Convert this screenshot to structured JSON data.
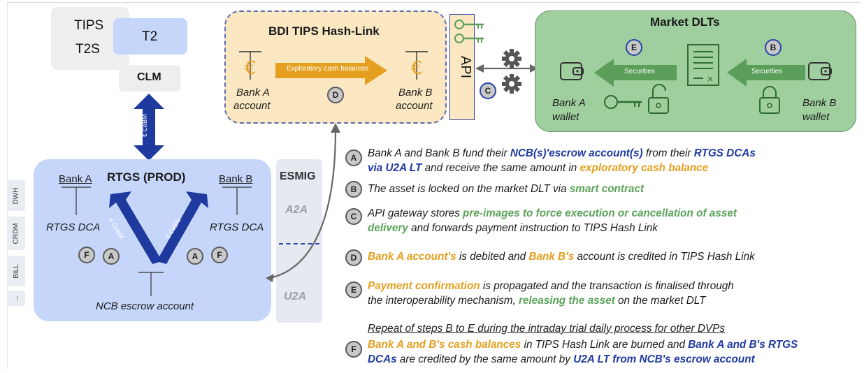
{
  "top_left": {
    "tips": "TIPS",
    "t2s": "T2S",
    "t2": "T2",
    "clm": "CLM",
    "cebm_vertical": "€ CeBM"
  },
  "side_tabs": [
    "DWH",
    "CRDM",
    "BILL",
    "..."
  ],
  "rtgs": {
    "title": "RTGS (PROD)",
    "bank_a": "Bank A",
    "bank_b": "Bank B",
    "dca_a": "RTGS DCA",
    "dca_b": "RTGS DCA",
    "escrow": "NCB escrow account",
    "arrow_label_left": "€ CeBM",
    "arrow_label_right": "€ CeBM",
    "circle_f": "F",
    "circle_a": "A"
  },
  "esmig": {
    "title": "ESMIG",
    "a2a": "A2A",
    "u2a": "U2A"
  },
  "hashlink": {
    "title": "BDI TIPS Hash-Link",
    "arrow_label": "Exploratory cash balances",
    "bank_a": "Bank A",
    "bank_a2": "account",
    "bank_b": "Bank B",
    "bank_b2": "account",
    "euro": "€",
    "circle_d": "D"
  },
  "api": {
    "label": "API",
    "circle_c": "C"
  },
  "market": {
    "title": "Market DLTs",
    "circle_e": "E",
    "circle_b": "B",
    "securities_left": "Securities",
    "securities_right": "Securities",
    "bank_a": "Bank A",
    "bank_a2": "wallet",
    "bank_b": "Bank B",
    "bank_b2": "wallet"
  },
  "steps": {
    "a": {
      "letter": "A",
      "l1_p1": "Bank A and Bank B fund their ",
      "l1_h1": "NCB(s)'escrow account(s)",
      "l1_p2": " from their ",
      "l1_h2": "RTGS DCAs",
      "l2_h1": "via U2A LT",
      "l2_p1": " and receive the same amount in ",
      "l2_h2": "exploratory cash balance"
    },
    "b": {
      "letter": "B",
      "p1": "The asset is locked on the market DLT via ",
      "h1": "smart contract"
    },
    "c": {
      "letter": "C",
      "l1_p1": "API gateway stores ",
      "l1_h1": "pre-images to force execution or cancellation of asset",
      "l2_h1": "delivery",
      "l2_p1": " and forwards payment instruction to TIPS Hash Link"
    },
    "d": {
      "letter": "D",
      "h1": "Bank A account's",
      "p1": " is debited and ",
      "h2": "Bank B's",
      "p2": " account is credited in TIPS Hash Link"
    },
    "e": {
      "letter": "E",
      "l1_h1": "Payment confirmation",
      "l1_p1": " is propagated and the transaction is finalised through",
      "l2_p1": "the interoperability mechanism, ",
      "l2_h1": "releasing the asset",
      "l2_p2": " on the market DLT"
    },
    "repeat": "Repeat of steps B to E during the intraday trial daily process for other DVPs",
    "f": {
      "letter": "F",
      "l1_h1": "Bank A and B's cash balances",
      "l1_p1": " in TIPS Hash Link are burned and ",
      "l1_h2": "Bank A and B's RTGS",
      "l2_h1": "DCAs",
      "l2_p1": " are credited by the same amount by ",
      "l2_h2": "U2A LT from NCB's escrow account"
    }
  },
  "colors": {
    "blue_box": "#c9d8fb",
    "gold_box": "#fbe8c3",
    "green_box": "#9fcf9f",
    "dark_blue": "#1f3aa0",
    "gold": "#e5a020",
    "green": "#5a9e5a"
  }
}
